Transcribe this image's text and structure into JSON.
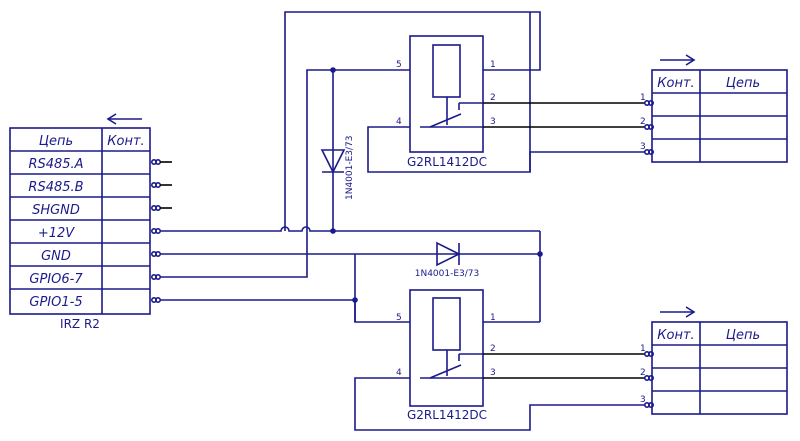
{
  "irz": {
    "name": "IRZ R2",
    "col_signal": "Цепь",
    "col_contact": "Конт.",
    "rows": [
      "RS485.A",
      "RS485.B",
      "SHGND",
      "+12V",
      "GND",
      "GPIO6-7",
      "GPIO1-5"
    ]
  },
  "relay_top": {
    "model": "G2RL1412DC",
    "pins": [
      "5",
      "4",
      "1",
      "2",
      "3"
    ]
  },
  "relay_bottom": {
    "model": "G2RL1412DC",
    "pins": [
      "5",
      "4",
      "1",
      "2",
      "3"
    ]
  },
  "diode_top": {
    "label": "1N4001-E3/73"
  },
  "diode_bottom": {
    "label": "1N4001-E3/73"
  },
  "terminal_top": {
    "col_contact": "Конт.",
    "col_signal": "Цепь",
    "pins": [
      "1",
      "2",
      "3"
    ]
  },
  "terminal_bottom": {
    "col_contact": "Конт.",
    "col_signal": "Цепь",
    "pins": [
      "1",
      "2",
      "3"
    ]
  },
  "colors": {
    "wire": "#1a1a8c",
    "stub": "#000000",
    "background": "#ffffff"
  }
}
